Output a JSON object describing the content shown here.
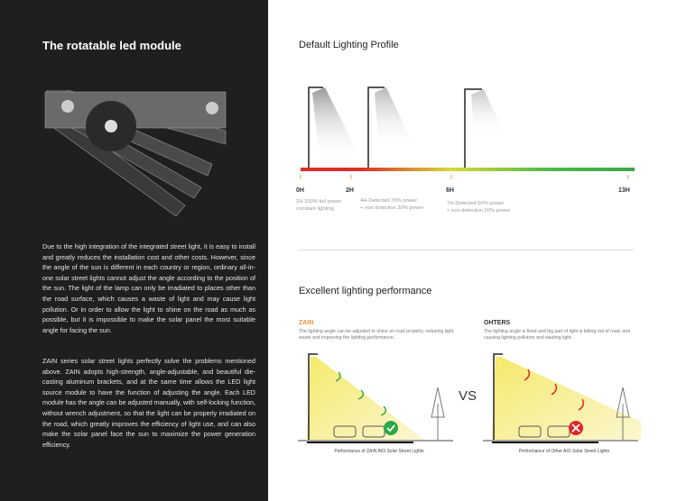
{
  "left": {
    "title": "The rotatable led module",
    "paragraphs": [
      "Due to the high integration of the integrated street light, it is easy to install and greatly reduces the installation cost and other costs. However, since the angle of the sun is different in each country or region, ordinary all-in-one solar street lights cannot adjust the angle according to the position of the sun. The light of the lamp can only be irradiated to places other than the road surface, which causes a waste of light and may cause light pollution. Or in order to allow the light to shine on the road as much as possible, but it is impossible to make the solar panel the most suitable angle for facing the sun.",
      "ZAIN series solar street lights perfectly solve the problems mentioned above. ZAIN adopts high-strength, angle-adjustable, and beautiful die-casting aluminum brackets, and at the same time allows the LED light source module to have the function of adjusting the angle. Each LED module has the angle can be adjusted manually, with self-locking function, without wrench adjustment, so that the light can be properly irradiated on the road, which greatly improves the efficiency of light use, and can also make the solar panel face the sun to maximize the power generation efficiency."
    ]
  },
  "profile": {
    "title": "Default Lighting Profile",
    "ticks": [
      "0H",
      "2H",
      "6H",
      "13H"
    ],
    "descs": [
      {
        "l1": "2H 100% full power",
        "l2": "constant lighting"
      },
      {
        "l1": "4H-Detected 70% power",
        "l2": "+ non detection 30% power"
      },
      {
        "l1": "7H-Detected 50% power",
        "l2": "+ non detection 20% power"
      }
    ]
  },
  "performance": {
    "title": "Excellent lighting performance",
    "zain": {
      "name": "ZAIN",
      "text": "The lighting angle can be adjusted to shine on road properly, reducing light waste and improving the lighting performance..",
      "caption": "Performance of ZAIN AIO Solar Street Lights"
    },
    "vs": "VS",
    "others": {
      "name": "OHTERS",
      "text": "The lighting angle is fixed and big part of light is falling out of road, and causing lighting pollution and wasting light.",
      "caption": "Performance of Other AIO Solar Street Lights"
    }
  },
  "colors": {
    "accent": "#e8923a",
    "good": "#2aa84a",
    "bad": "#e0262a",
    "panel": "#1f1f1f"
  }
}
